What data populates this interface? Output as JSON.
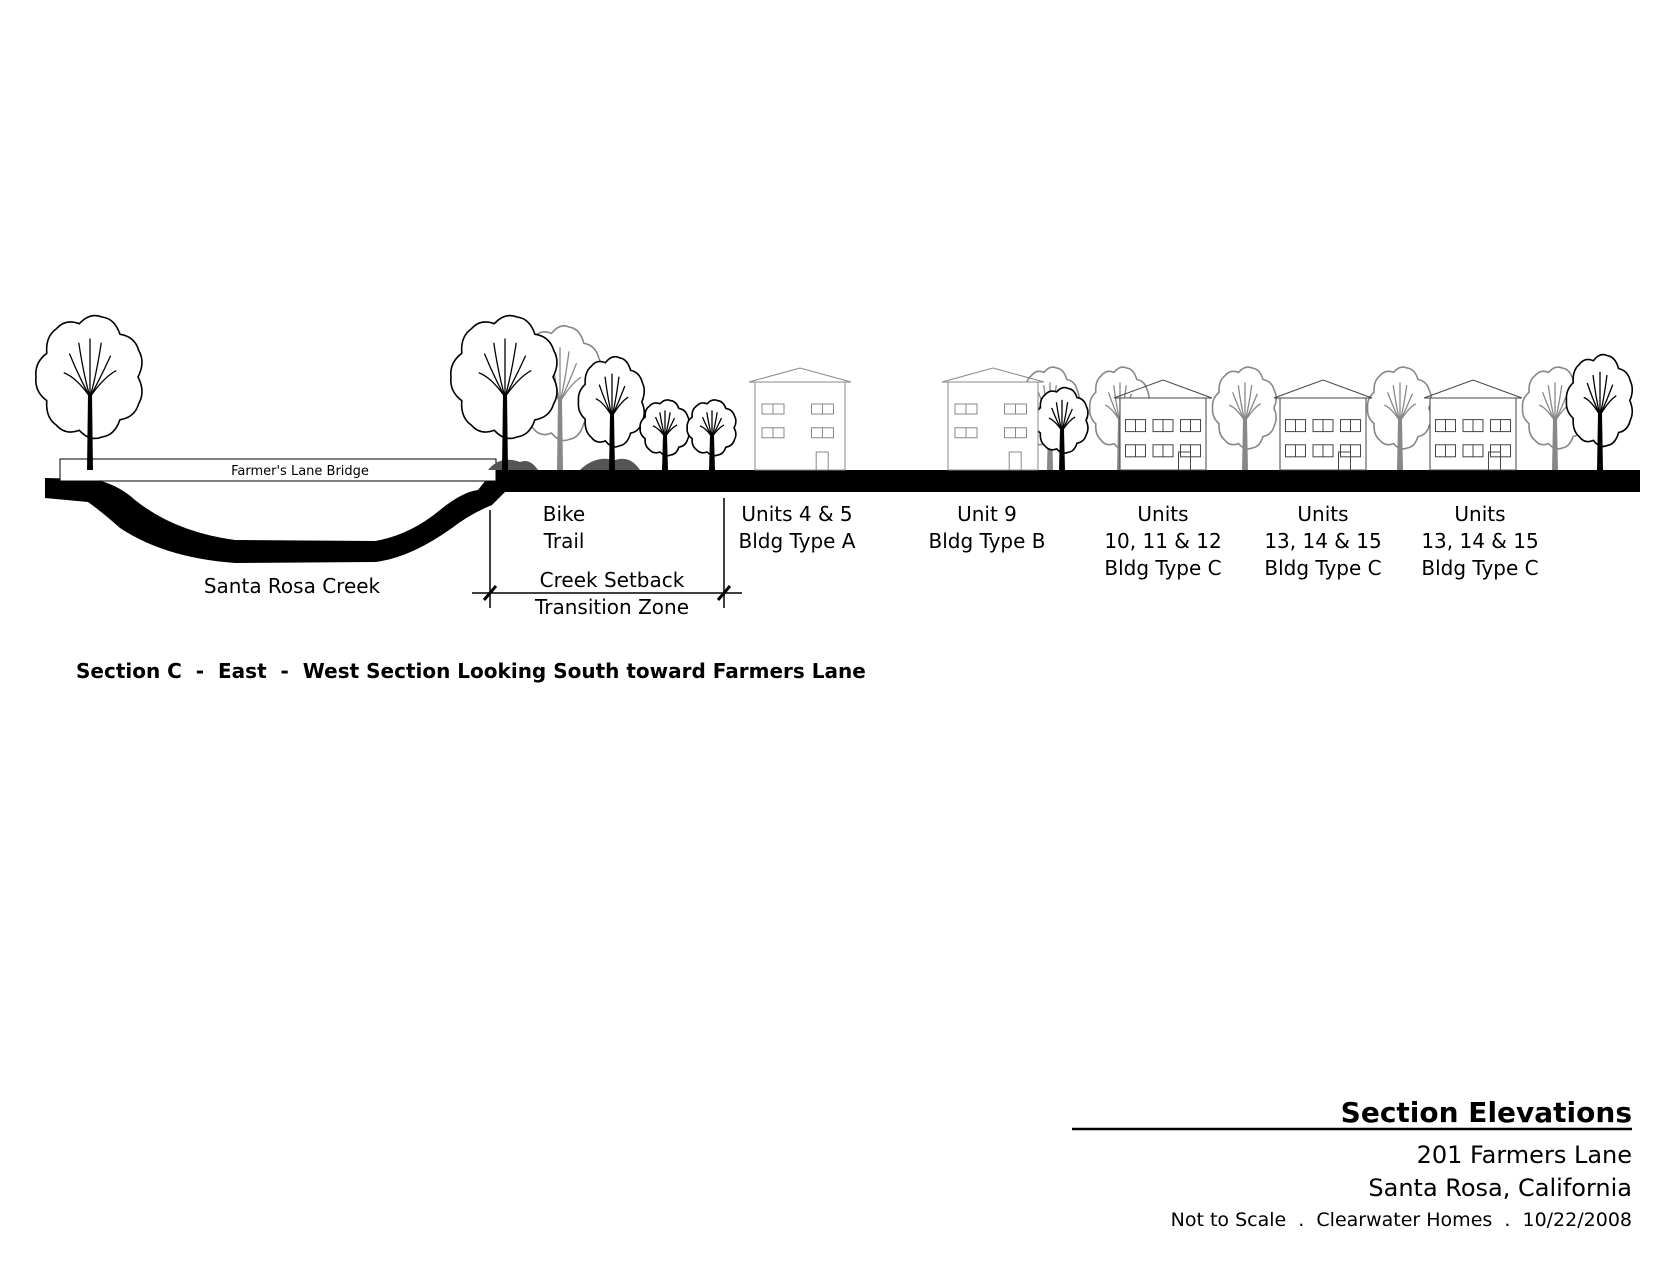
{
  "section": {
    "bridge_label": "Farmer's Lane Bridge",
    "creek_label": "Santa Rosa Creek",
    "bike_trail": [
      "Bike",
      "Trail"
    ],
    "setback": [
      "Creek Setback",
      "Transition Zone"
    ],
    "units": [
      {
        "lines": [
          "Units 4 & 5",
          "Bldg Type A"
        ]
      },
      {
        "lines": [
          "Unit 9",
          "Bldg Type B"
        ]
      },
      {
        "lines": [
          "Units",
          "10, 11 & 12",
          "Bldg Type C"
        ]
      },
      {
        "lines": [
          "Units",
          "13, 14 & 15",
          "Bldg Type C"
        ]
      },
      {
        "lines": [
          "Units",
          "13, 14 & 15",
          "Bldg Type C"
        ]
      }
    ],
    "caption": "Section C  -  East  -  West Section Looking South toward Farmers Lane"
  },
  "title_block": {
    "title": "Section Elevations",
    "address": "201 Farmers Lane",
    "city": "Santa Rosa, California",
    "footer": "Not to Scale  .  Clearwater Homes  .  10/22/2008"
  }
}
